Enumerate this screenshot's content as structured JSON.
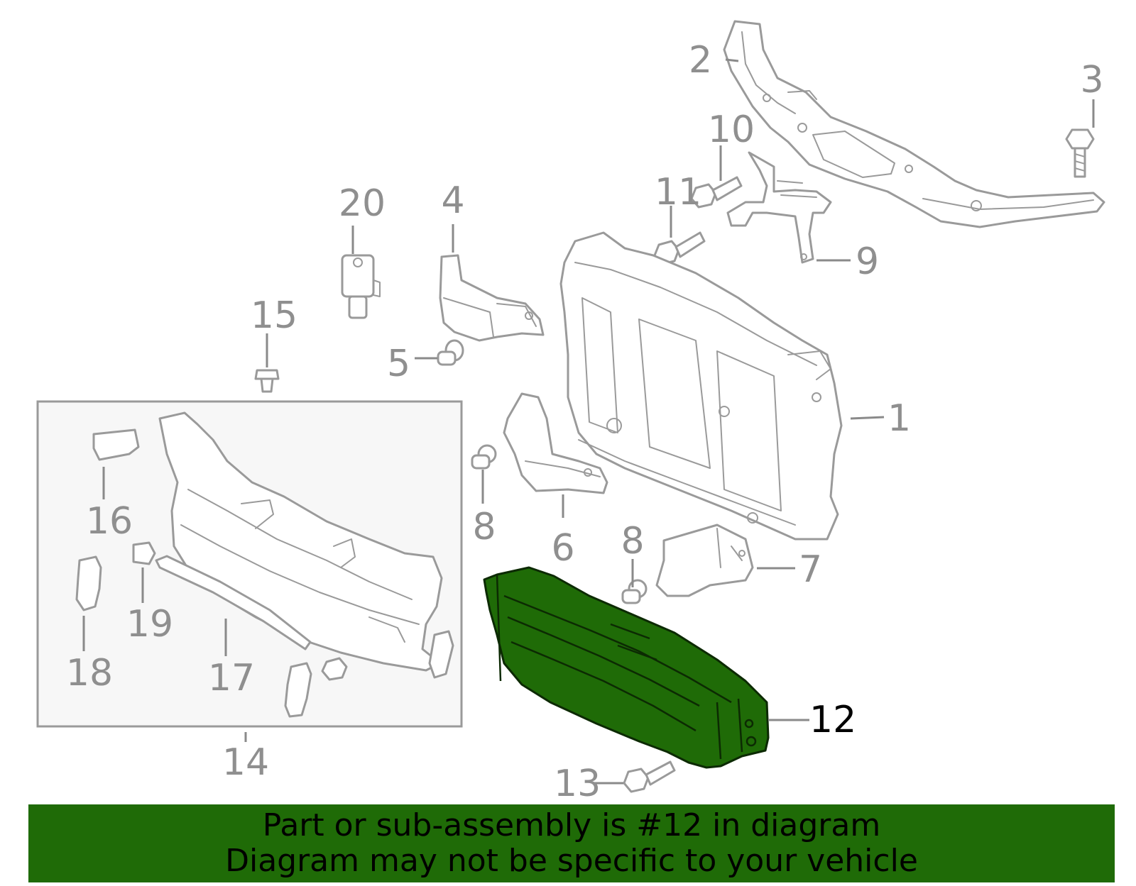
{
  "callouts": {
    "c1": "1",
    "c2": "2",
    "c3": "3",
    "c4": "4",
    "c5": "5",
    "c6": "6",
    "c7": "7",
    "c8a": "8",
    "c8b": "8",
    "c9": "9",
    "c10": "10",
    "c11": "11",
    "c12": "12",
    "c13": "13",
    "c14": "14",
    "c15": "15",
    "c16": "16",
    "c17": "17",
    "c18": "18",
    "c19": "19",
    "c20": "20"
  },
  "highlighted_part": "12",
  "banner": {
    "line1": "Part or sub-assembly is #12 in diagram",
    "line2": "Diagram may not be specific to your vehicle"
  },
  "colors": {
    "highlight": "#1f6b07",
    "banner_background": "#1f6b07",
    "parts_stroke": "#9a9a9a",
    "callout_text": "#8f8f8f"
  }
}
